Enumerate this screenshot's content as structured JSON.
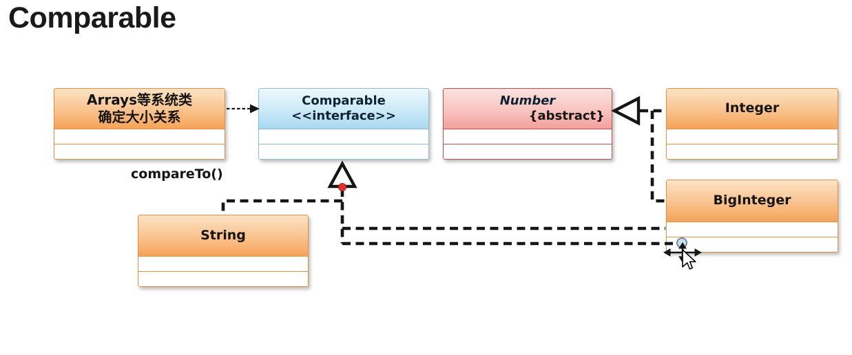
{
  "title": "Comparable",
  "classes": {
    "arrays": {
      "line1": "Arrays等系统类",
      "line2": "确定大小关系"
    },
    "comparable": {
      "name": "Comparable",
      "stereotype": "<<interface>>"
    },
    "number": {
      "name": "Number",
      "modifier": "{abstract}"
    },
    "integer": {
      "name": "Integer"
    },
    "biginteger": {
      "name": "BigInteger"
    },
    "string": {
      "name": "String"
    }
  },
  "labels": {
    "dependency_method": "compareTo()"
  },
  "relations": [
    {
      "type": "dependency",
      "from": "Arrays note",
      "to": "Comparable",
      "arrowhead": "solid-arrow-right"
    },
    {
      "type": "realization",
      "from": "String",
      "to": "Comparable",
      "arrowhead": "hollow-triangle-up"
    },
    {
      "type": "realization",
      "from": "BigInteger",
      "to": "Comparable",
      "arrowhead": "hollow-triangle-up"
    },
    {
      "type": "realization",
      "from": "BigInteger",
      "to": "Comparable",
      "arrowhead": "hollow-triangle-up",
      "state": "being-edited"
    },
    {
      "type": "generalization",
      "from": "Integer",
      "to": "Number",
      "arrowhead": "hollow-triangle-left"
    },
    {
      "type": "generalization",
      "from": "BigInteger",
      "to": "Number",
      "arrowhead": "hollow-triangle-left"
    }
  ],
  "icons": {
    "realization_arrowhead": "hollow-triangle-up",
    "generalization_arrowhead": "hollow-triangle-left",
    "dependency_arrowhead": "solid-arrow-right",
    "connector_endpoint": "red-dot",
    "drag_handle": "circle-handle",
    "cursor": "move-arrow-cursor"
  },
  "colors": {
    "title_text": "#1a1a1a",
    "text_dark": "#141414",
    "navy_text": "#0e2433",
    "orange_top": "#fce3c5",
    "orange_mid": "#f9c28d",
    "orange_bottom": "#f5a358",
    "orange_border": "#de9245",
    "blue_top": "#eef8fd",
    "blue_mid": "#cbe9f7",
    "blue_bottom": "#a8d8f0",
    "blue_border": "#8fbbd3",
    "pink_top": "#fbe2e0",
    "pink_mid": "#f8c3bf",
    "pink_bottom": "#f3a09b",
    "pink_border": "#b9504b",
    "line": "#161616",
    "red_dot": "#e5312b",
    "red_dot_ring": "#a82020",
    "handle_fill": "#c9dae7",
    "handle_stroke": "#6b89a6"
  }
}
